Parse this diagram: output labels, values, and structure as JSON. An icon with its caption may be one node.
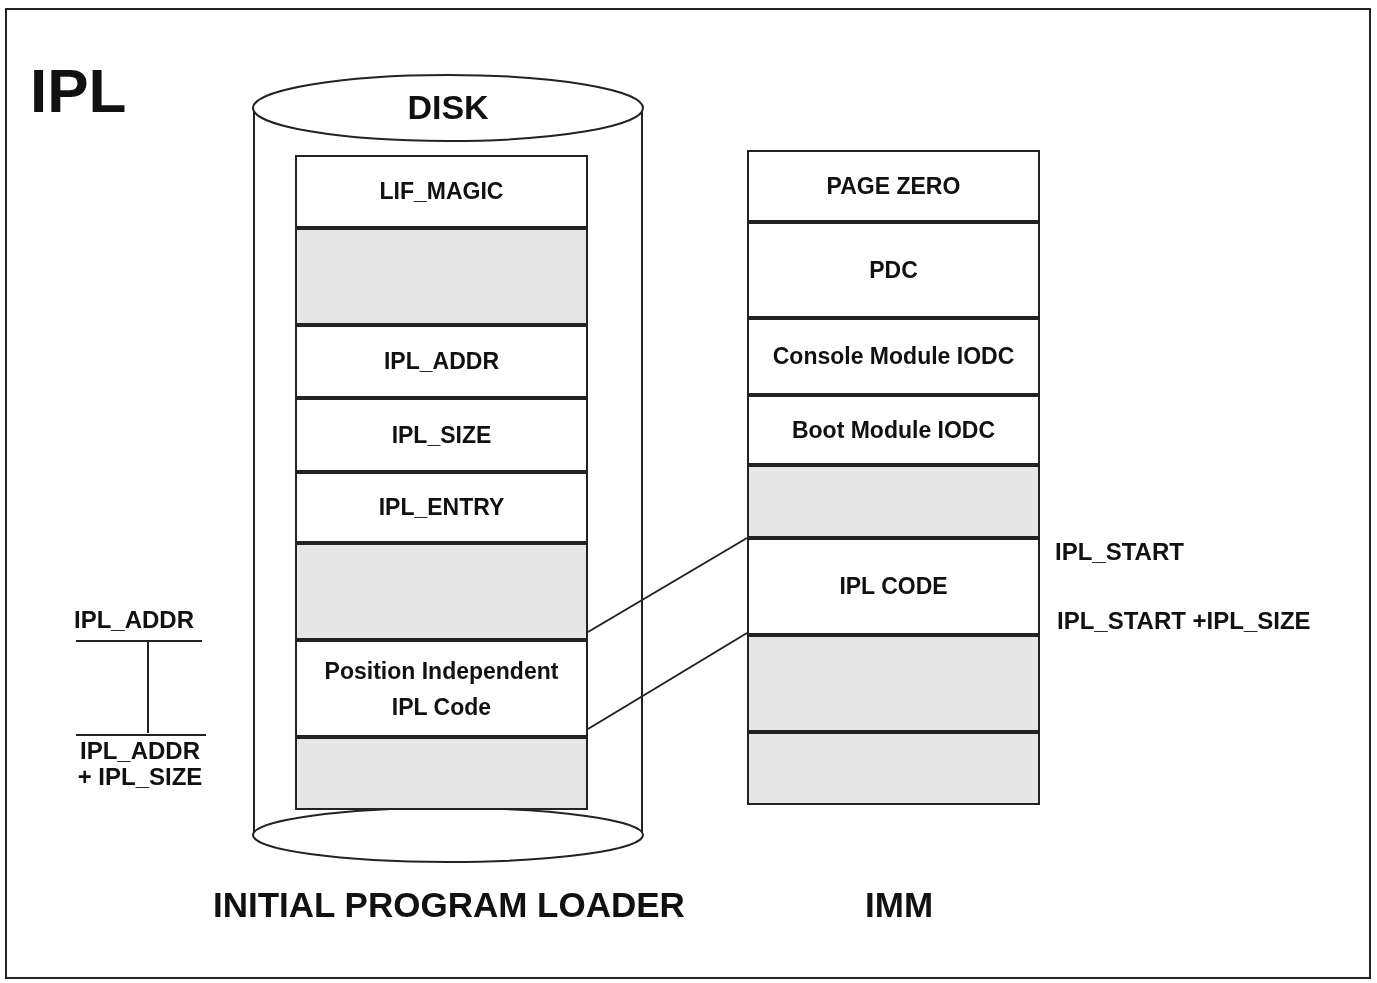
{
  "diagram": {
    "title": "IPL",
    "nodes": [
      {
        "text": [
          "DISK"
        ]
      },
      {
        "text": [
          "LIF_MAGIC"
        ],
        "in": 0
      },
      {
        "text": [],
        "shape": "box",
        "in": 0
      },
      {
        "text": [
          "IPL_ADDR"
        ],
        "in": 0
      },
      {
        "text": [
          "IPL_SIZE"
        ],
        "in": 0
      },
      {
        "text": [
          "IPL_ENTRY"
        ],
        "in": 0
      },
      {
        "text": [],
        "shape": "box",
        "in": 0
      },
      {
        "text": [
          "Position Independent IPL Code"
        ],
        "in": 0
      },
      {
        "text": [],
        "shape": "box",
        "in": 0
      },
      {
        "text": [
          "PAGE ZERO"
        ]
      },
      {
        "text": [
          "PDC"
        ]
      },
      {
        "text": [
          "Console Module IODC"
        ]
      },
      {
        "text": [
          "Boot Module IODC"
        ]
      },
      {
        "text": [],
        "shape": "box"
      },
      {
        "text": [
          "IPL CODE"
        ]
      },
      {
        "text": [],
        "shape": "box"
      },
      {
        "text": [],
        "shape": "box"
      }
    ],
    "edges": [
      {
        "from": 7,
        "to": 14,
        "arrow": "none"
      },
      {
        "from": 7,
        "to": 14,
        "arrow": "none"
      }
    ],
    "labels": [
      "INITIAL PROGRAM LOADER",
      "IMM",
      "IPL_START",
      "IPL_START +IPL_SIZE",
      "IPL_ADDR",
      "IPL_ADDR + IPL_SIZE"
    ]
  }
}
